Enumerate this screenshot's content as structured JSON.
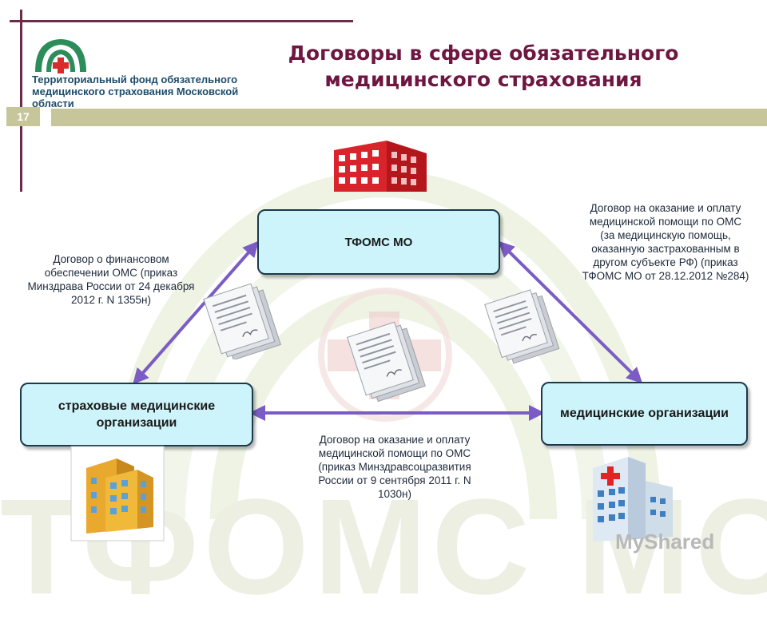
{
  "header": {
    "title": "Договоры в сфере обязательного медицинского страхования",
    "org_name": "Территориальный фонд обязательного медицинского страхования Московской области",
    "slide_number": "17"
  },
  "nodes": {
    "center": "ТФОМС МО",
    "left": "страховые медицинские организации",
    "right": "медицинские организации"
  },
  "notes": {
    "left": "Договор о финансовом обеспечении ОМС (приказ Минздрава России от 24 декабря 2012 г. N 1355н)",
    "right": "Договор на оказание и оплату медицинской помощи по ОМС (за медицинскую помощь, оказанную застрахованным в другом субъекте РФ) (приказ ТФОМС МО от 28.12.2012 №284)",
    "bottom": "Договор на оказание и оплату медицинской помощи по ОМС (приказ Минздравсоцразвития России от 9 сентября 2011 г. N 1030н)"
  },
  "watermark": {
    "text": "ТФОМС МО",
    "site": "MyShared"
  },
  "colors": {
    "title": "#6e1741",
    "node_fill": "#ccf4fa",
    "arrow": "#7b5cc4",
    "olive": "#c7c69a"
  },
  "icons": [
    "logo-dome-icon",
    "hospital-building-icon",
    "office-building-icon",
    "clinic-cross-icon",
    "document-stack-icon"
  ]
}
